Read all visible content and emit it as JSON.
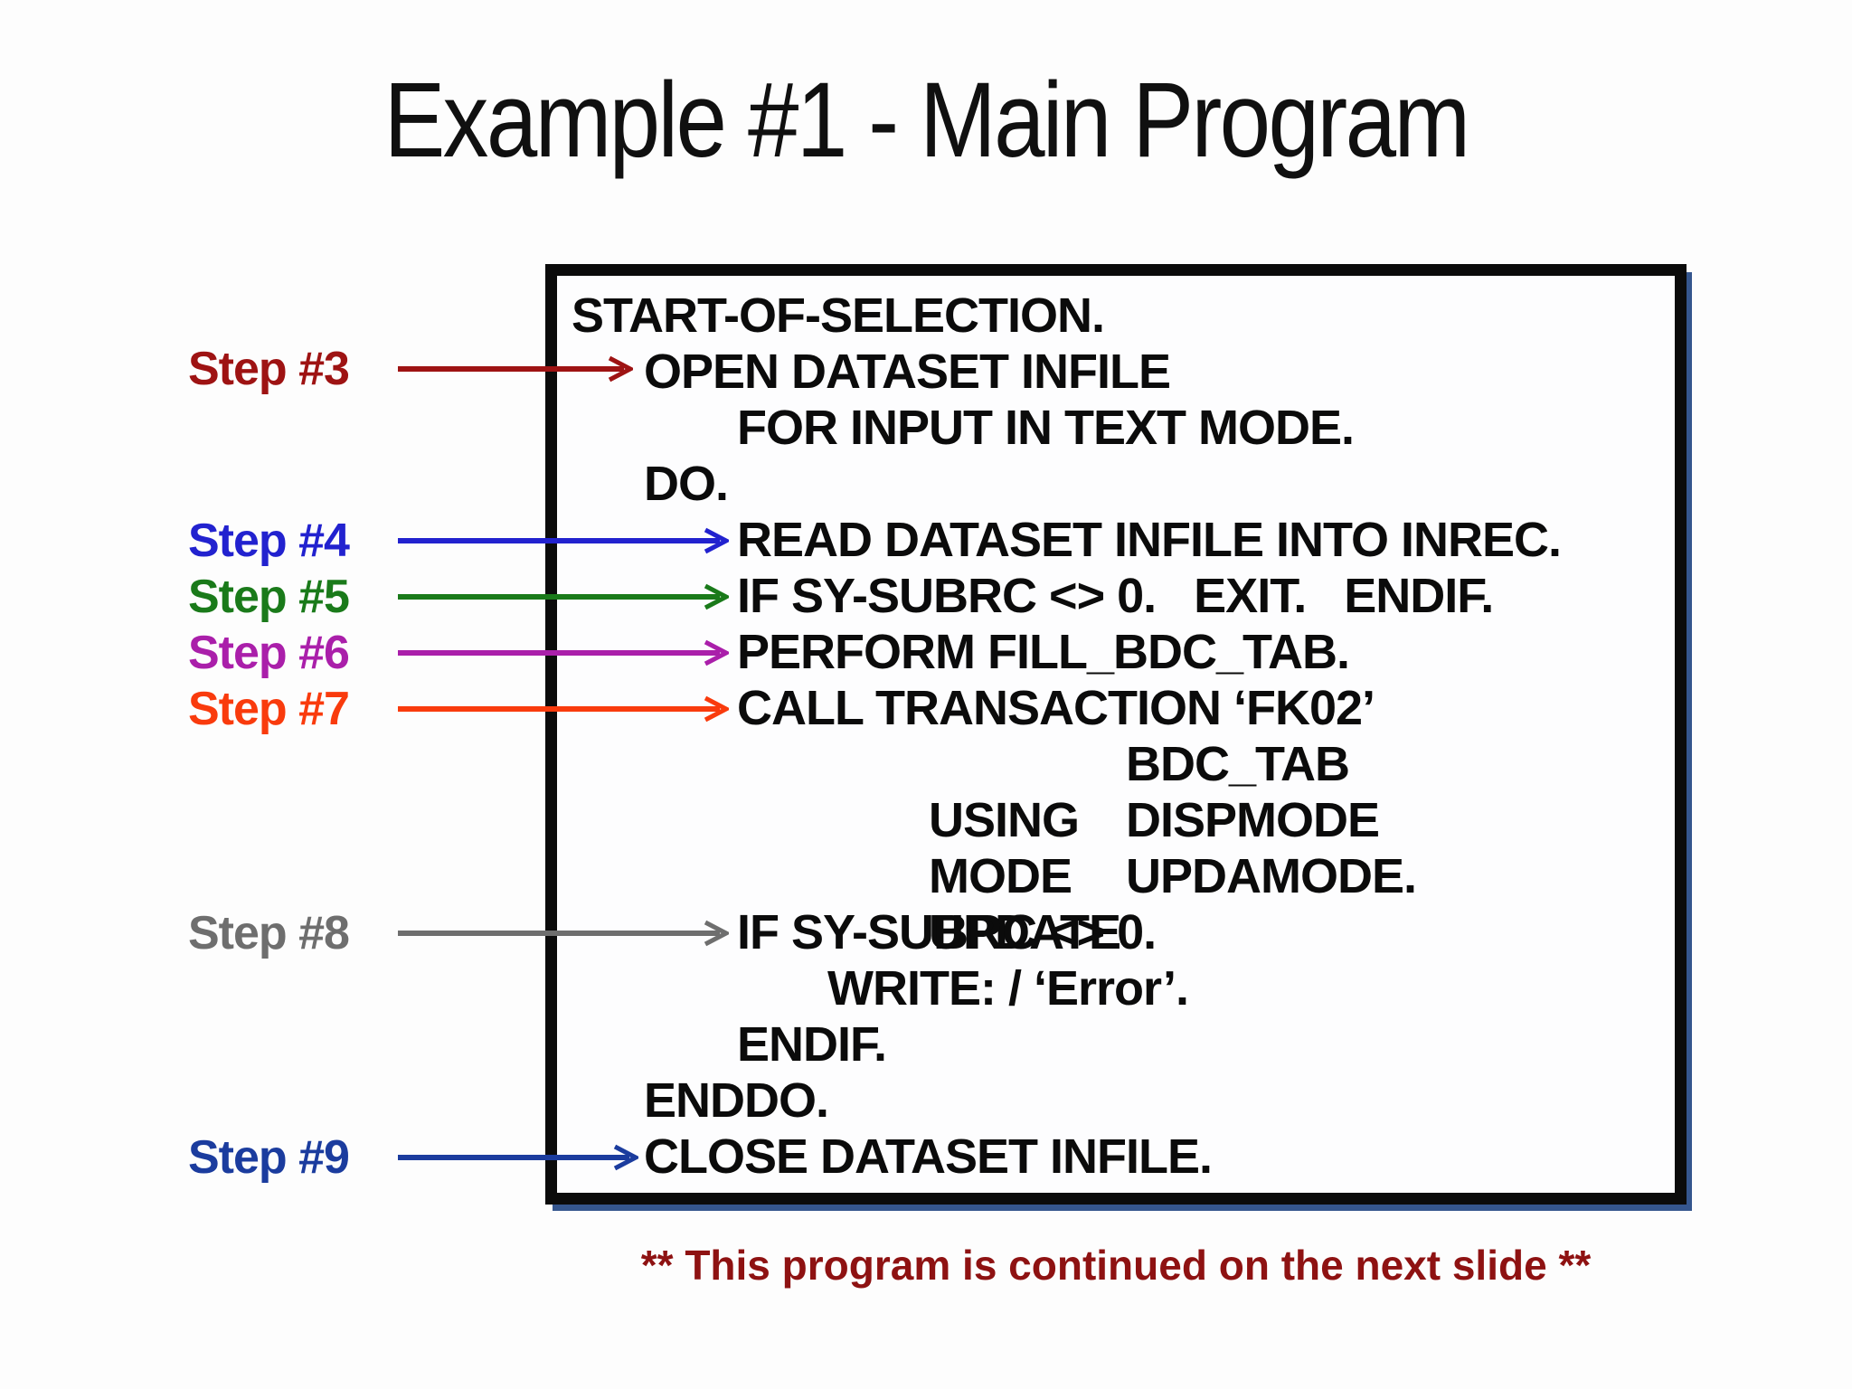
{
  "slide": {
    "title": "Example #1 - Main Program",
    "footer": "** This program is continued on the next slide **",
    "footer_style": "color:#8e1212"
  },
  "code": {
    "lines": [
      {
        "text": "START-OF-SELECTION."
      },
      {
        "text": "OPEN DATASET INFILE"
      },
      {
        "text": "FOR INPUT IN TEXT MODE."
      },
      {
        "text": "DO."
      },
      {
        "text": "READ DATASET INFILE INTO INREC."
      },
      {
        "text": "IF SY-SUBRC <> 0.   EXIT.   ENDIF."
      },
      {
        "text": "PERFORM FILL_BDC_TAB."
      },
      {
        "text": "CALL TRANSACTION ‘FK02’"
      },
      {
        "kw": "USING",
        "val": "BDC_TAB"
      },
      {
        "kw": "MODE",
        "val": "DISPMODE"
      },
      {
        "kw": "UPDATE",
        "val": "UPDAMODE."
      },
      {
        "text": "IF SY-SUBRC <> 0."
      },
      {
        "text": "WRITE: / ‘Error’."
      },
      {
        "text": "ENDIF."
      },
      {
        "text": "ENDDO."
      },
      {
        "text": "CLOSE DATASET INFILE."
      }
    ]
  },
  "steps": [
    {
      "label": "Step #3",
      "color": "#9e1313",
      "style": "color:#9e1313",
      "points_to": "OPEN DATASET INFILE"
    },
    {
      "label": "Step #4",
      "color": "#2222cf",
      "style": "color:#2222cf",
      "points_to": "READ DATASET INFILE INTO INREC."
    },
    {
      "label": "Step #5",
      "color": "#1a7a1a",
      "style": "color:#1a7a1a",
      "points_to": "IF SY-SUBRC <> 0.   EXIT.   ENDIF."
    },
    {
      "label": "Step #6",
      "color": "#aa1faa",
      "style": "color:#aa1faa",
      "points_to": "PERFORM FILL_BDC_TAB."
    },
    {
      "label": "Step #7",
      "color": "#f93b0d",
      "style": "color:#f93b0d",
      "points_to": "CALL TRANSACTION ‘FK02’"
    },
    {
      "label": "Step #8",
      "color": "#6e6e6e",
      "style": "color:#6e6e6e",
      "points_to": "IF SY-SUBRC <> 0."
    },
    {
      "label": "Step #9",
      "color": "#1b3c9e",
      "style": "color:#1b3c9e",
      "points_to": "CLOSE DATASET INFILE."
    }
  ]
}
